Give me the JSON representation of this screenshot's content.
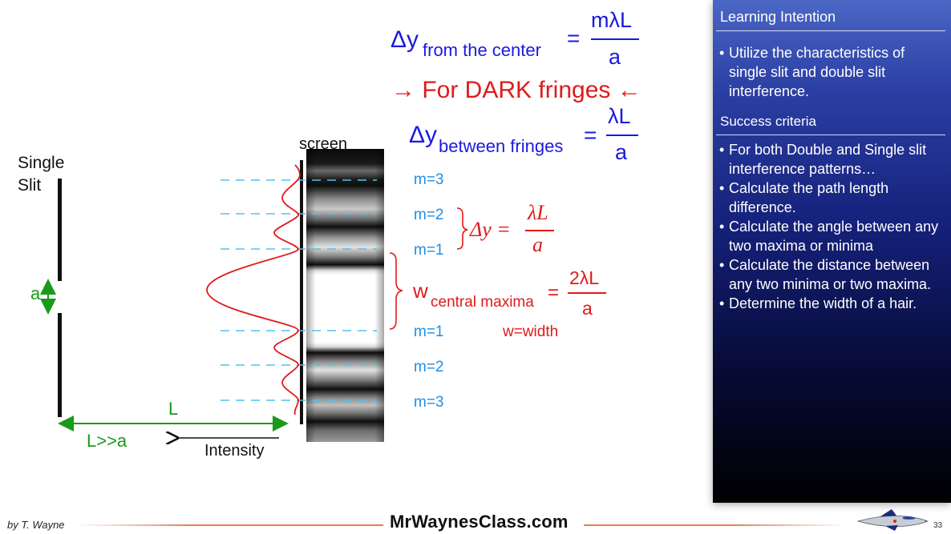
{
  "panel": {
    "title": "Learning Intention",
    "intention_items": [
      "Utilize the characteristics of single slit and double slit interference."
    ],
    "success_title": "Success criteria",
    "success_items": [
      "For both Double and Single slit interference patterns…",
      "Calculate the path length difference.",
      "Calculate the angle between any two maxima or minima",
      "Calculate the distance between any two minima or two maxima.",
      "Determine the width of a hair."
    ]
  },
  "equations": {
    "eq1": {
      "lhs": "Δy",
      "sub": "from the center",
      "eq": "=",
      "num": "mλL",
      "den": "a"
    },
    "dark_heading": "→ For DARK fringes ←",
    "eq2": {
      "lhs": "Δy",
      "sub": "between fringes",
      "eq": "=",
      "num": "λL",
      "den": "a"
    },
    "eq3": {
      "lhs": "Δy =",
      "num": "λL",
      "den": "a"
    },
    "eq4": {
      "lhs": "w",
      "sub": "central maxima",
      "eq": "=",
      "num": "2λL",
      "den": "a"
    },
    "width_note": "w=width"
  },
  "m_labels": [
    "m=3",
    "m=2",
    "m=1",
    "m=1",
    "m=2",
    "m=3"
  ],
  "diagram": {
    "single_slit_label": [
      "Single",
      "Slit"
    ],
    "a_label": "a",
    "screen_label": "screen",
    "L_label": "L",
    "L_condition": "L>>a",
    "intensity_label": "Intensity"
  },
  "footer": {
    "author": "by T. Wayne",
    "site": "MrWaynesClass.com",
    "slide_number": "33"
  },
  "colors": {
    "equation_blue": "#1a1adf",
    "dark_red": "#e01a1a",
    "m_label_blue": "#1f8fe6",
    "dimension_green": "#1a9a1a",
    "dashed_cyan": "#52c2ee",
    "panel_top": "#4b67c4",
    "panel_bottom": "#000000"
  },
  "icons": {
    "logo": "rocket-ship-icon"
  }
}
